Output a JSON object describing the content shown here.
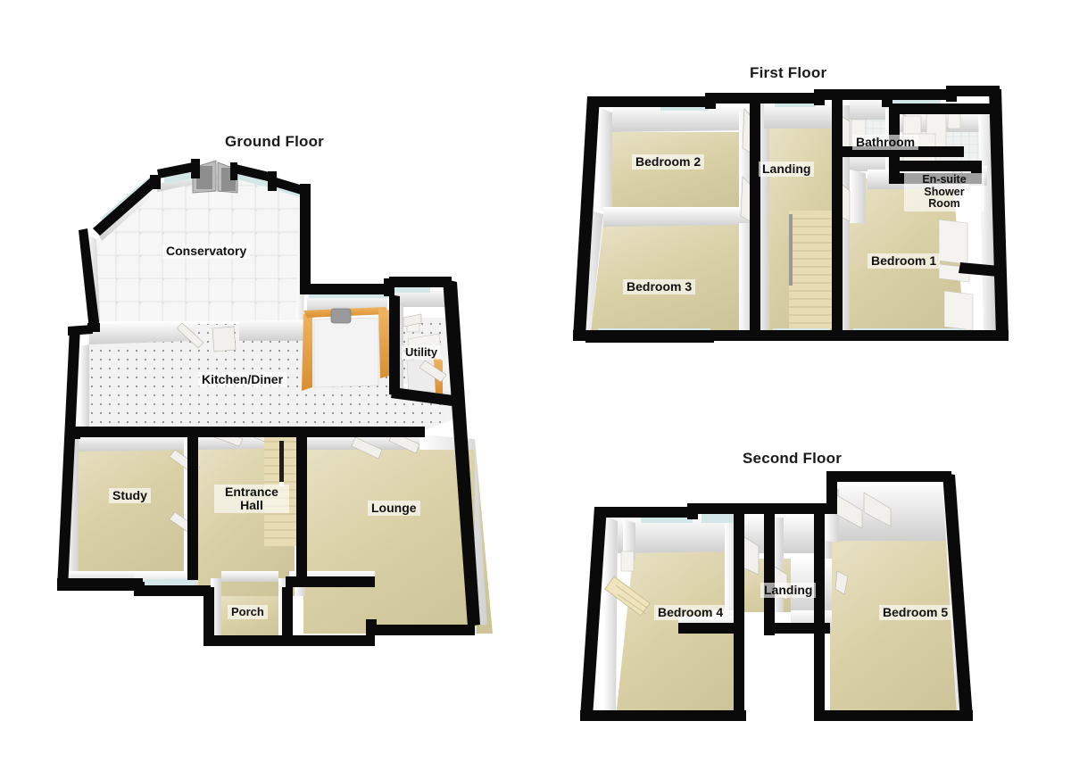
{
  "document": {
    "type": "residential-floor-plan",
    "floors": [
      {
        "id": "ground",
        "title": "Ground Floor",
        "rooms": [
          {
            "name": "Conservatory",
            "floor_finish": "tiled"
          },
          {
            "name": "Kitchen/Diner",
            "floor_finish": "tiled"
          },
          {
            "name": "Utility",
            "floor_finish": "tiled"
          },
          {
            "name": "Study",
            "floor_finish": "carpet"
          },
          {
            "name": "Entrance Hall",
            "floor_finish": "carpet"
          },
          {
            "name": "Lounge",
            "floor_finish": "carpet"
          },
          {
            "name": "Porch",
            "floor_finish": "carpet"
          }
        ]
      },
      {
        "id": "first",
        "title": "First Floor",
        "rooms": [
          {
            "name": "Bedroom 2",
            "floor_finish": "carpet"
          },
          {
            "name": "Bedroom 3",
            "floor_finish": "carpet"
          },
          {
            "name": "Landing",
            "floor_finish": "carpet"
          },
          {
            "name": "Bathroom",
            "floor_finish": "tiled"
          },
          {
            "name": "En-suite Shower Room",
            "floor_finish": "tiled"
          },
          {
            "name": "Bedroom 1",
            "floor_finish": "carpet"
          }
        ]
      },
      {
        "id": "second",
        "title": "Second Floor",
        "rooms": [
          {
            "name": "Bedroom 4",
            "floor_finish": "carpet"
          },
          {
            "name": "Landing",
            "floor_finish": "carpet"
          },
          {
            "name": "Bedroom 5",
            "floor_finish": "carpet"
          }
        ]
      }
    ]
  },
  "ground": {
    "title": "Ground Floor",
    "labels": {
      "conservatory": "Conservatory",
      "kitchen_diner": "Kitchen/Diner",
      "utility": "Utility",
      "study": "Study",
      "entrance_hall_line1": "Entrance",
      "entrance_hall_line2": "Hall",
      "lounge": "Lounge",
      "porch": "Porch"
    }
  },
  "first": {
    "title": "First Floor",
    "labels": {
      "bedroom2": "Bedroom 2",
      "bedroom3": "Bedroom 3",
      "landing": "Landing",
      "bathroom": "Bathroom",
      "ensuite_line1": "En-suite",
      "ensuite_line2": "Shower",
      "ensuite_line3": "Room",
      "bedroom1": "Bedroom 1"
    }
  },
  "second": {
    "title": "Second Floor",
    "labels": {
      "bedroom4": "Bedroom 4",
      "landing": "Landing",
      "bedroom5": "Bedroom 5"
    }
  },
  "colors": {
    "background": "#ffffff",
    "wall_outline": "#0a0a0a",
    "carpet": "#d9cfa4",
    "carpet_light": "#e5ddbc",
    "tile_floor": "#f0f0f0",
    "wall_face": "#ffffff",
    "wall_shade": "#d8d8d8",
    "glazing": "#d3e7e8",
    "kitchen_units": "#e8a44c",
    "stairs": "#efe4bd",
    "label_text": "#111111",
    "label_background": "rgba(255,255,255,0.62)"
  }
}
